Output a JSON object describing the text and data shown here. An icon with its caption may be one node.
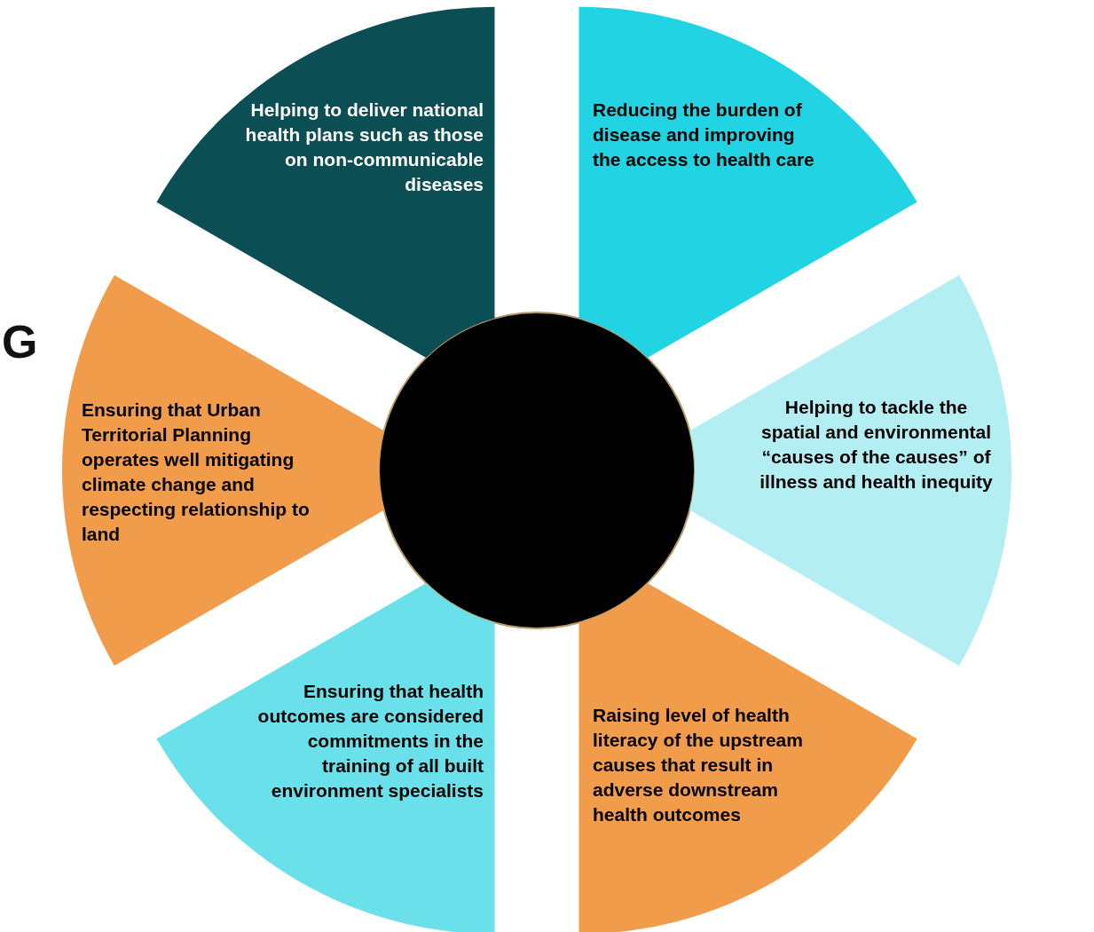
{
  "diagram": {
    "nodes": [
      {
        "text": [],
        "shape": "circle"
      },
      {
        "text": [
          "Helping to deliver national health plans such as those on non-communicable diseases"
        ]
      },
      {
        "text": [
          "Reducing the burden of disease and improving the access to health care"
        ]
      },
      {
        "text": [
          "Ensuring that Urban Territorial Planning operates well mitigating climate change and respecting relationship to land"
        ]
      },
      {
        "text": [
          "Helping to tackle the spatial and environmental “causes of the causes” of illness and health inequity"
        ]
      },
      {
        "text": [
          "Ensuring that health outcomes are considered commitments in the training of all built environment specialists"
        ]
      },
      {
        "text": [
          "Raising level of health literacy of the upstream causes that result in adverse downstream health outcomes"
        ]
      }
    ],
    "labels": [
      "G"
    ]
  }
}
